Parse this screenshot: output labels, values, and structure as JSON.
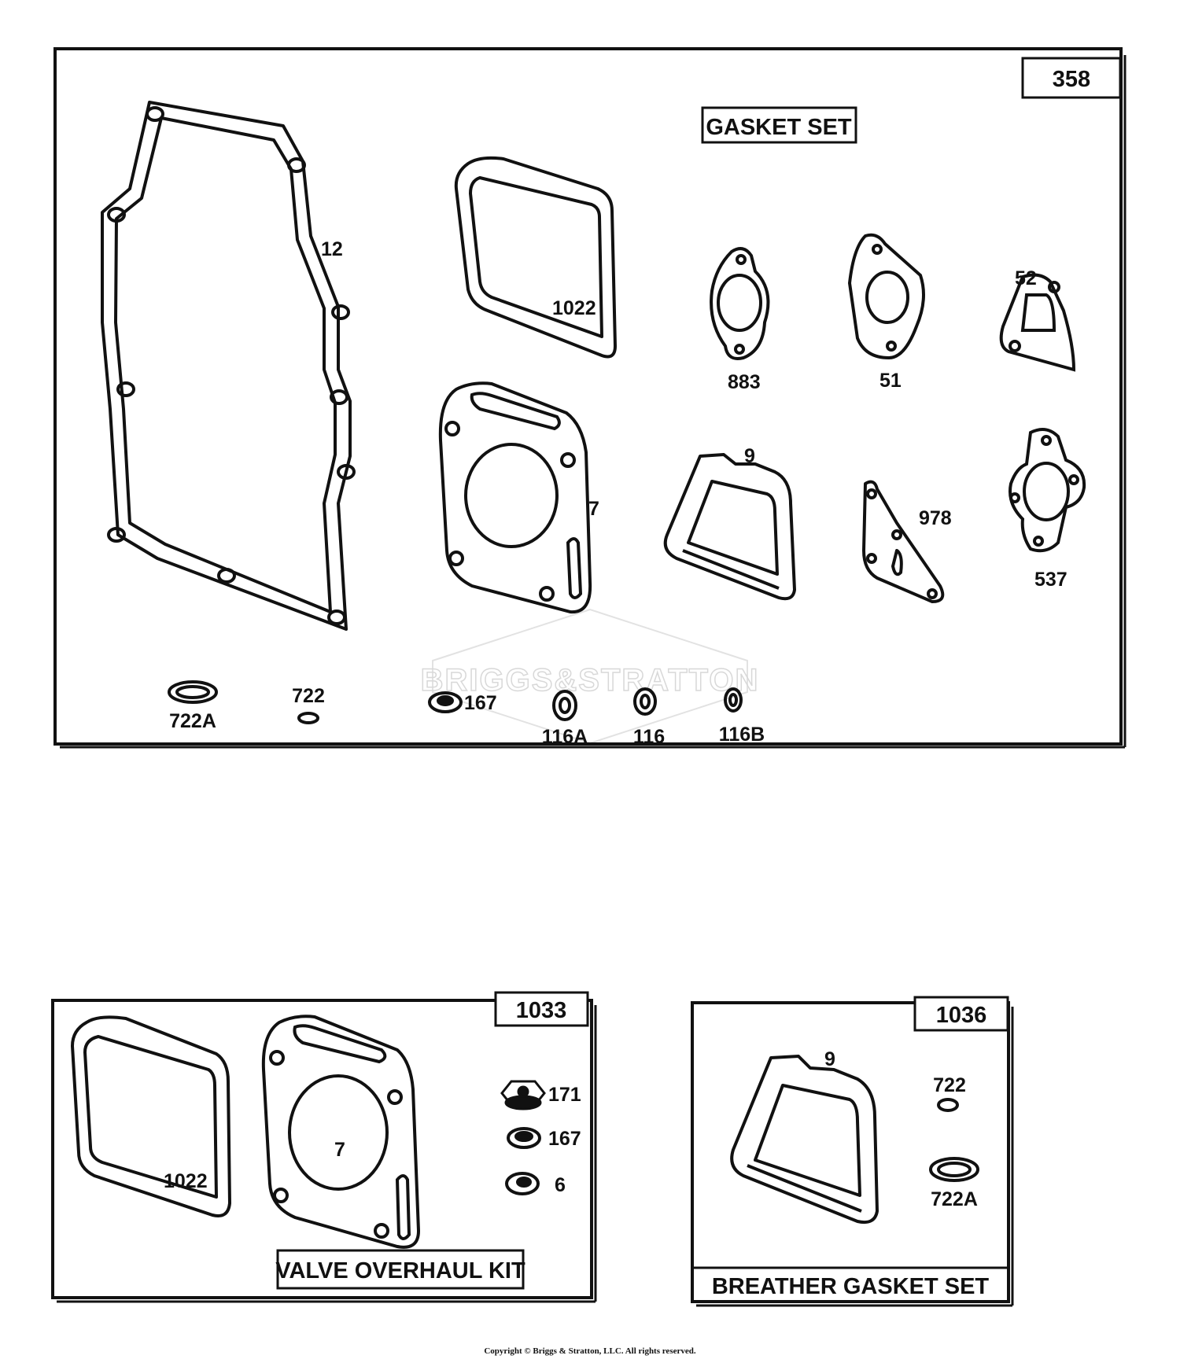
{
  "panels": {
    "gasket_set": {
      "code": "358",
      "title": "GASKET SET"
    },
    "valve_overhaul_kit": {
      "code": "1033",
      "title": "VALVE OVERHAUL KIT"
    },
    "breather_gasket_set": {
      "code": "1036",
      "title": "BREATHER GASKET SET"
    }
  },
  "parts_main": {
    "p12": "12",
    "p1022": "1022",
    "p883": "883",
    "p51": "51",
    "p52": "52",
    "p7": "7",
    "p9": "9",
    "p978": "978",
    "p537": "537",
    "p722A": "722A",
    "p722": "722",
    "p167": "167",
    "p116A": "116A",
    "p116": "116",
    "p116B": "116B"
  },
  "parts_valve": {
    "p1022": "1022",
    "p7": "7",
    "p171": "171",
    "p167": "167",
    "p6": "6"
  },
  "parts_breather": {
    "p9": "9",
    "p722": "722",
    "p722A": "722A"
  },
  "watermark": "BRIGGS&STRATTON",
  "copyright": "Copyright © Briggs & Stratton, LLC. All rights reserved."
}
